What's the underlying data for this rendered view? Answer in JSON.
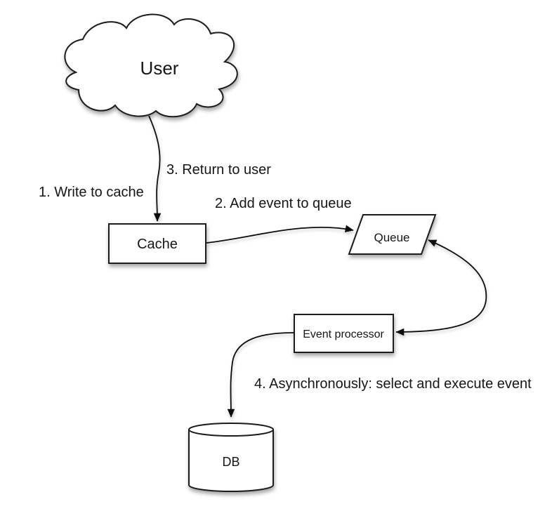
{
  "diagram": {
    "type": "flow-diagram",
    "description": "Write-back cache pattern with asynchronous event queue",
    "background": "#ffffff",
    "colors": {
      "shape_fill": "#ffffff",
      "shape_stroke": "#1a1a1a",
      "text": "#161616"
    },
    "nodes": {
      "user": {
        "label": "User",
        "shape": "cloud"
      },
      "cache": {
        "label": "Cache",
        "shape": "rectangle"
      },
      "queue": {
        "label": "Queue",
        "shape": "parallelogram"
      },
      "event_processor": {
        "label": "Event processor",
        "shape": "rectangle"
      },
      "db": {
        "label": "DB",
        "shape": "cylinder"
      }
    },
    "edges": [
      {
        "from": "user",
        "to": "cache",
        "style": "arrow"
      },
      {
        "from": "cache",
        "to": "queue",
        "style": "arrow"
      },
      {
        "from": "queue",
        "to": "event_processor",
        "style": "double-arrow"
      },
      {
        "from": "event_processor",
        "to": "db",
        "style": "arrow"
      }
    ],
    "annotations": {
      "step1": {
        "label": "1. Write to cache"
      },
      "step2": {
        "label": "2. Add event to queue"
      },
      "step3": {
        "label": "3. Return to user"
      },
      "step4": {
        "label": "4. Asynchronously: select and execute event"
      }
    }
  }
}
